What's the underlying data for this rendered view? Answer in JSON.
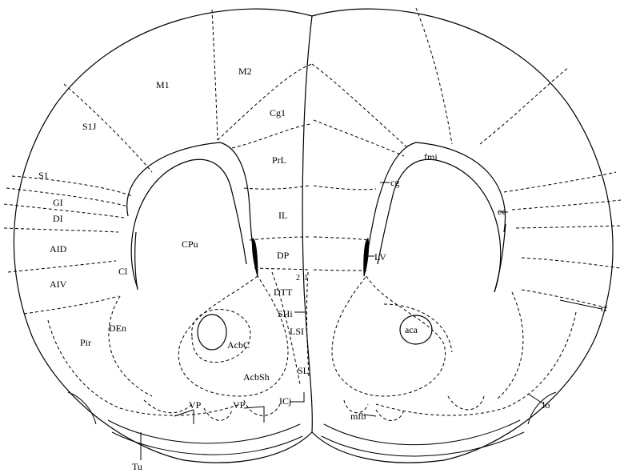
{
  "labels": {
    "m1": "M1",
    "m2": "M2",
    "cg1": "Cg1",
    "s1j": "S1J",
    "s1": "S1",
    "gi": "GI",
    "di": "DI",
    "aid": "AID",
    "aiv": "AIV",
    "cl": "Cl",
    "den": "DEn",
    "pir": "Pir",
    "cpu": "CPu",
    "prl": "PrL",
    "il": "IL",
    "dp": "DP",
    "dtt": "DTT",
    "num2": "2",
    "num1": "1",
    "shi": "SHi",
    "lsi": "LSI",
    "acbc": "AcbC",
    "acbsh": "AcbSh",
    "sl": "SL",
    "icj": "ICj",
    "vp_left": "VP",
    "vp_mid": "VP",
    "tu": "Tu",
    "fmi": "fmi",
    "cg": "cg",
    "ec": "ec",
    "lv": "LV",
    "rf": "rf",
    "aca": "aca",
    "mfb": "mfb",
    "lo": "lo"
  }
}
